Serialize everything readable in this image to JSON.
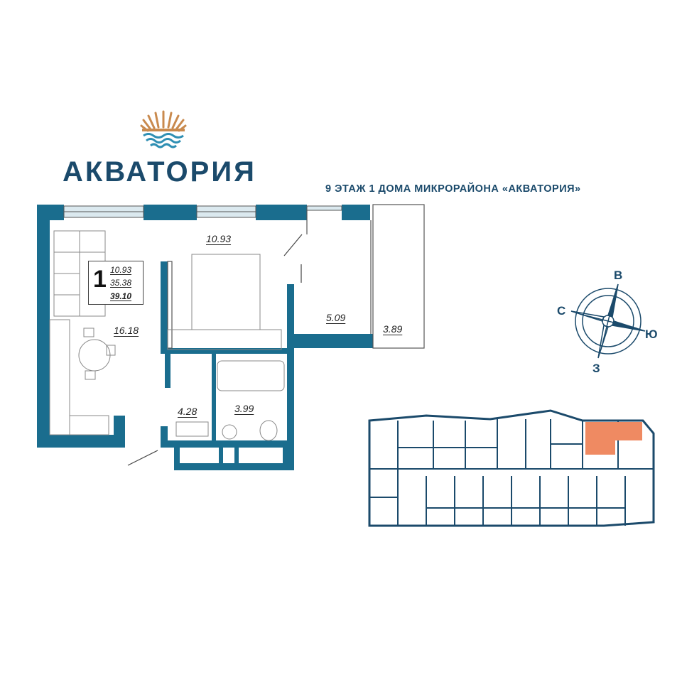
{
  "brand": {
    "name": "АКВАТОРИЯ"
  },
  "floor_caption": "9 ЭТАЖ 1 ДОМА МИКРОРАЙОНА «АКВАТОРИЯ»",
  "apartment": {
    "rooms": "1",
    "living_area": "10.93",
    "living_total": "35.38",
    "total_area": "39.10"
  },
  "room_areas": {
    "bedroom": "10.93",
    "kitchen_living": "16.18",
    "hallway_loggia": "5.09",
    "balcony": "3.89",
    "hall": "4.28",
    "bathroom": "3.99"
  },
  "compass": {
    "north": "С",
    "east": "В",
    "south": "Ю",
    "west": "З"
  },
  "colors": {
    "wall": "#1a6d8e",
    "brand_dark": "#1b4a6b",
    "sun_orange": "#c98a4e",
    "wave_blue": "#2f8fb3",
    "highlight": "#ef8a62",
    "window_fill": "#dbe9ef"
  }
}
